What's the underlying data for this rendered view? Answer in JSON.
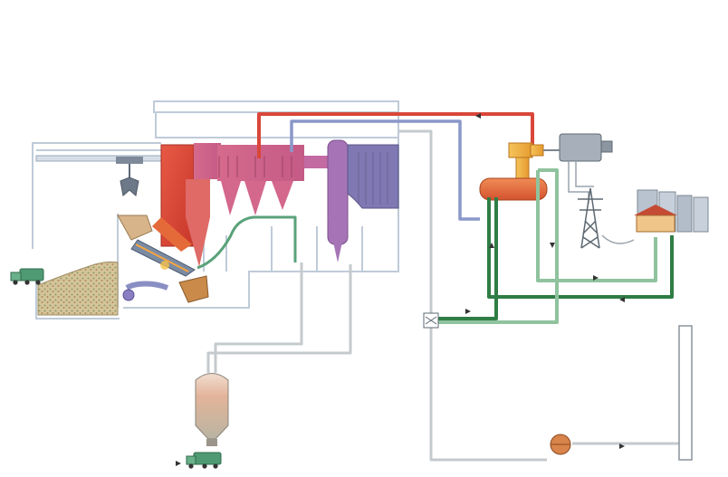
{
  "diagram": {
    "background": "#ffffff",
    "colors": {
      "building_outline": "#b9c6d6",
      "steam_red": "#d9473a",
      "return_blue": "#8a97c9",
      "flue_grey": "#b8bfc4",
      "furnace_red": "#e0553f",
      "boiler_pink": "#cf6a8f",
      "filter_purple": "#a777b8",
      "stack_gas_purple": "#7f78b2",
      "district_heating_dark_green": "#2f7d45",
      "district_heating_light_green": "#8fc39e",
      "ash_green": "#5aa27a",
      "turbine_orange": "#eaa33a",
      "condenser_orange": "#e06a3a",
      "waste_pile": "#c7b58a",
      "truck_green": "#4f9a73"
    },
    "components": [
      {
        "id": "waste-bunker",
        "icon": "waste-pile"
      },
      {
        "id": "crane-grab",
        "icon": "grab-crane"
      },
      {
        "id": "garbage-truck",
        "icon": "truck"
      },
      {
        "id": "furnace-grate",
        "icon": "grate"
      },
      {
        "id": "boiler",
        "icon": "boiler"
      },
      {
        "id": "flue-gas-cleaning",
        "icon": "hoppers"
      },
      {
        "id": "electrostatic-filter",
        "icon": "filter"
      },
      {
        "id": "flue-gas-scrubber",
        "icon": "scrubber"
      },
      {
        "id": "steam-turbine",
        "icon": "turbine"
      },
      {
        "id": "generator",
        "icon": "generator"
      },
      {
        "id": "power-pylon",
        "icon": "pylon"
      },
      {
        "id": "district-heating-consumers",
        "icon": "city"
      },
      {
        "id": "heat-exchanger",
        "icon": "exchanger"
      },
      {
        "id": "ash-silo",
        "icon": "silo"
      },
      {
        "id": "ash-truck",
        "icon": "truck"
      },
      {
        "id": "flue-fan",
        "icon": "fan"
      },
      {
        "id": "chimney",
        "icon": "stack"
      }
    ]
  }
}
